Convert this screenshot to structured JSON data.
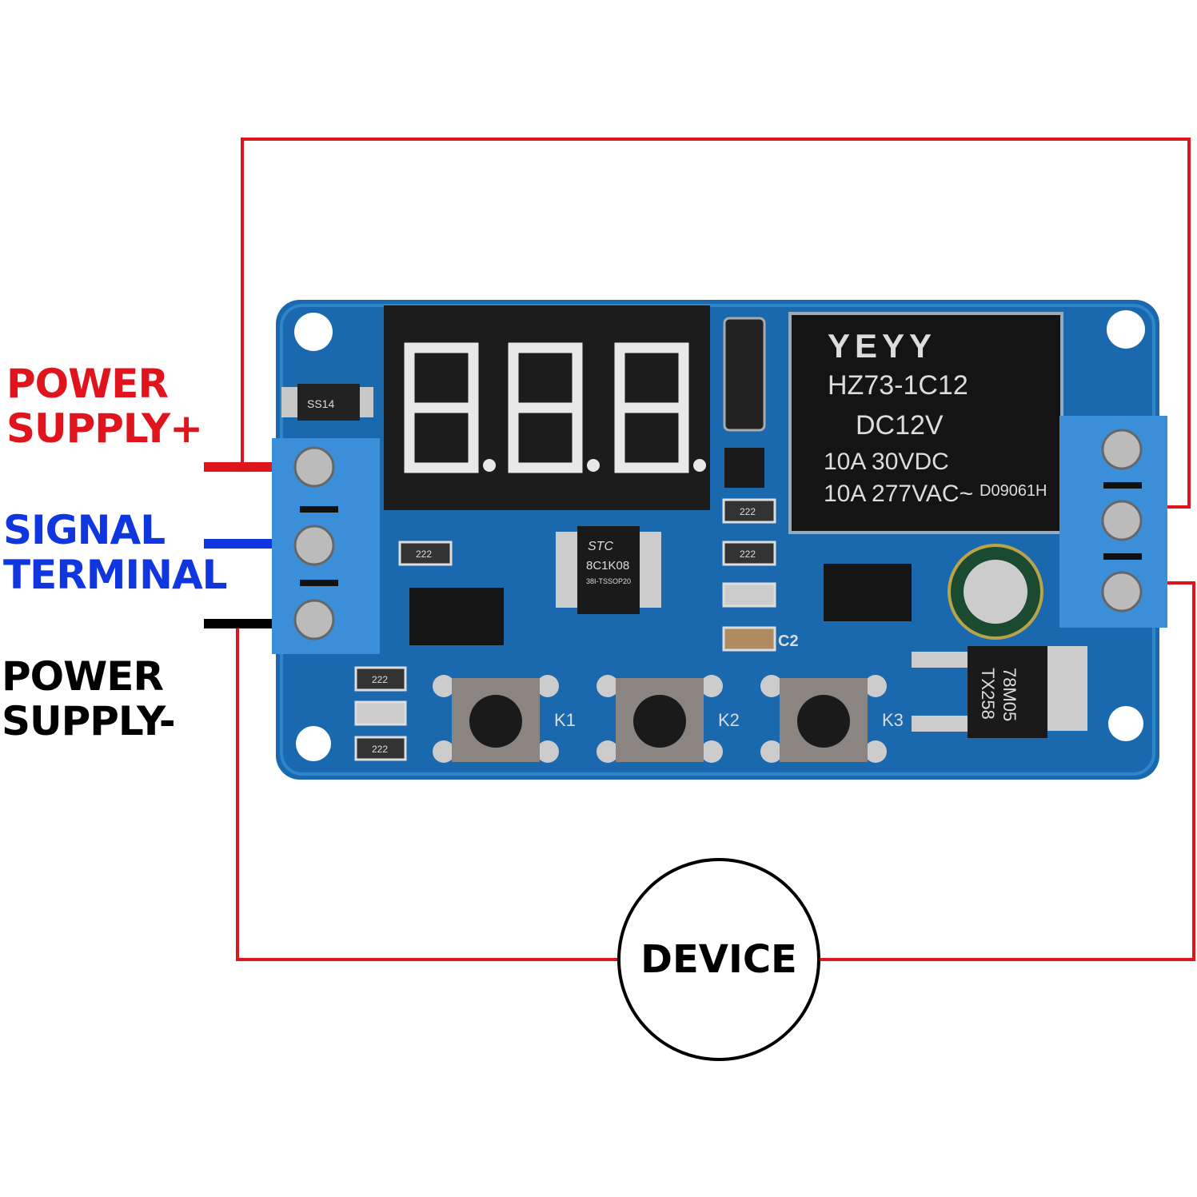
{
  "labels": {
    "power_plus_line1": "POWER",
    "power_plus_line2": "SUPPLY+",
    "signal_line1": "SIGNAL",
    "signal_line2": "TERMINAL",
    "power_minus_line1": "POWER",
    "power_minus_line2": "SUPPLY-",
    "device": "DEVICE"
  },
  "board": {
    "relay": {
      "brand": "YEYY",
      "model": "HZ73-1C12",
      "coil": "DC12V",
      "rating_dc": "10A 30VDC",
      "rating_ac": "10A 277VAC~",
      "code": "D09061H"
    },
    "mcu": {
      "brand": "STC",
      "model": "8C1K08",
      "package": "38I-TSSOP20"
    },
    "diode": "SS14",
    "regulator": {
      "line1": "78M05",
      "line2": "TX258"
    },
    "resistor_code": "222",
    "capacitor_label": "C2",
    "buttons": [
      "K1",
      "K2",
      "K3"
    ]
  },
  "colors": {
    "wire_positive": "#e0141c",
    "wire_signal": "#1036e0",
    "wire_negative": "#000000",
    "pcb": "#1a68ad",
    "terminal": "#3b8fd9"
  }
}
